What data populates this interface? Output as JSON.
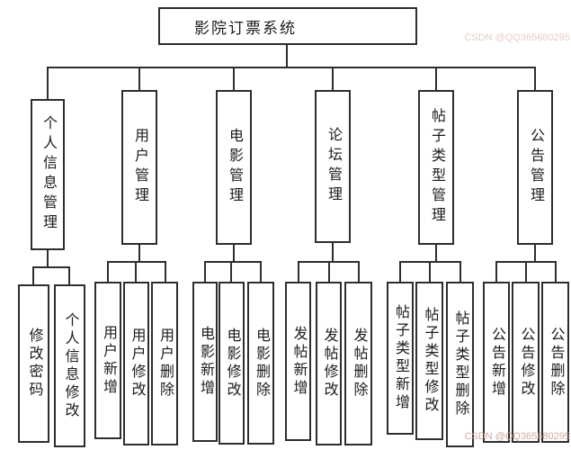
{
  "colors": {
    "line": "#2e2e2e",
    "text": "#1c1c1c",
    "background": "#ffffff",
    "watermark": "#cf9a8f"
  },
  "watermark": "CSDN @QQ365680295",
  "tree": {
    "root": "影院订票系统",
    "branches": [
      {
        "label": "个人信息管理",
        "children": [
          "修改密码",
          "个人信息修改"
        ]
      },
      {
        "label": "用户管理",
        "children": [
          "用户新增",
          "用户修改",
          "用户删除"
        ]
      },
      {
        "label": "电影管理",
        "children": [
          "电影新增",
          "电影修改",
          "电影删除"
        ]
      },
      {
        "label": "论坛管理",
        "children": [
          "发帖新增",
          "发帖修改",
          "发帖删除"
        ]
      },
      {
        "label": "帖子类型管理",
        "children": [
          "帖子类型新增",
          "帖子类型修改",
          "帖子类型删除"
        ]
      },
      {
        "label": "公告管理",
        "children": [
          "公告新增",
          "公告修改",
          "公告删除"
        ]
      }
    ]
  }
}
